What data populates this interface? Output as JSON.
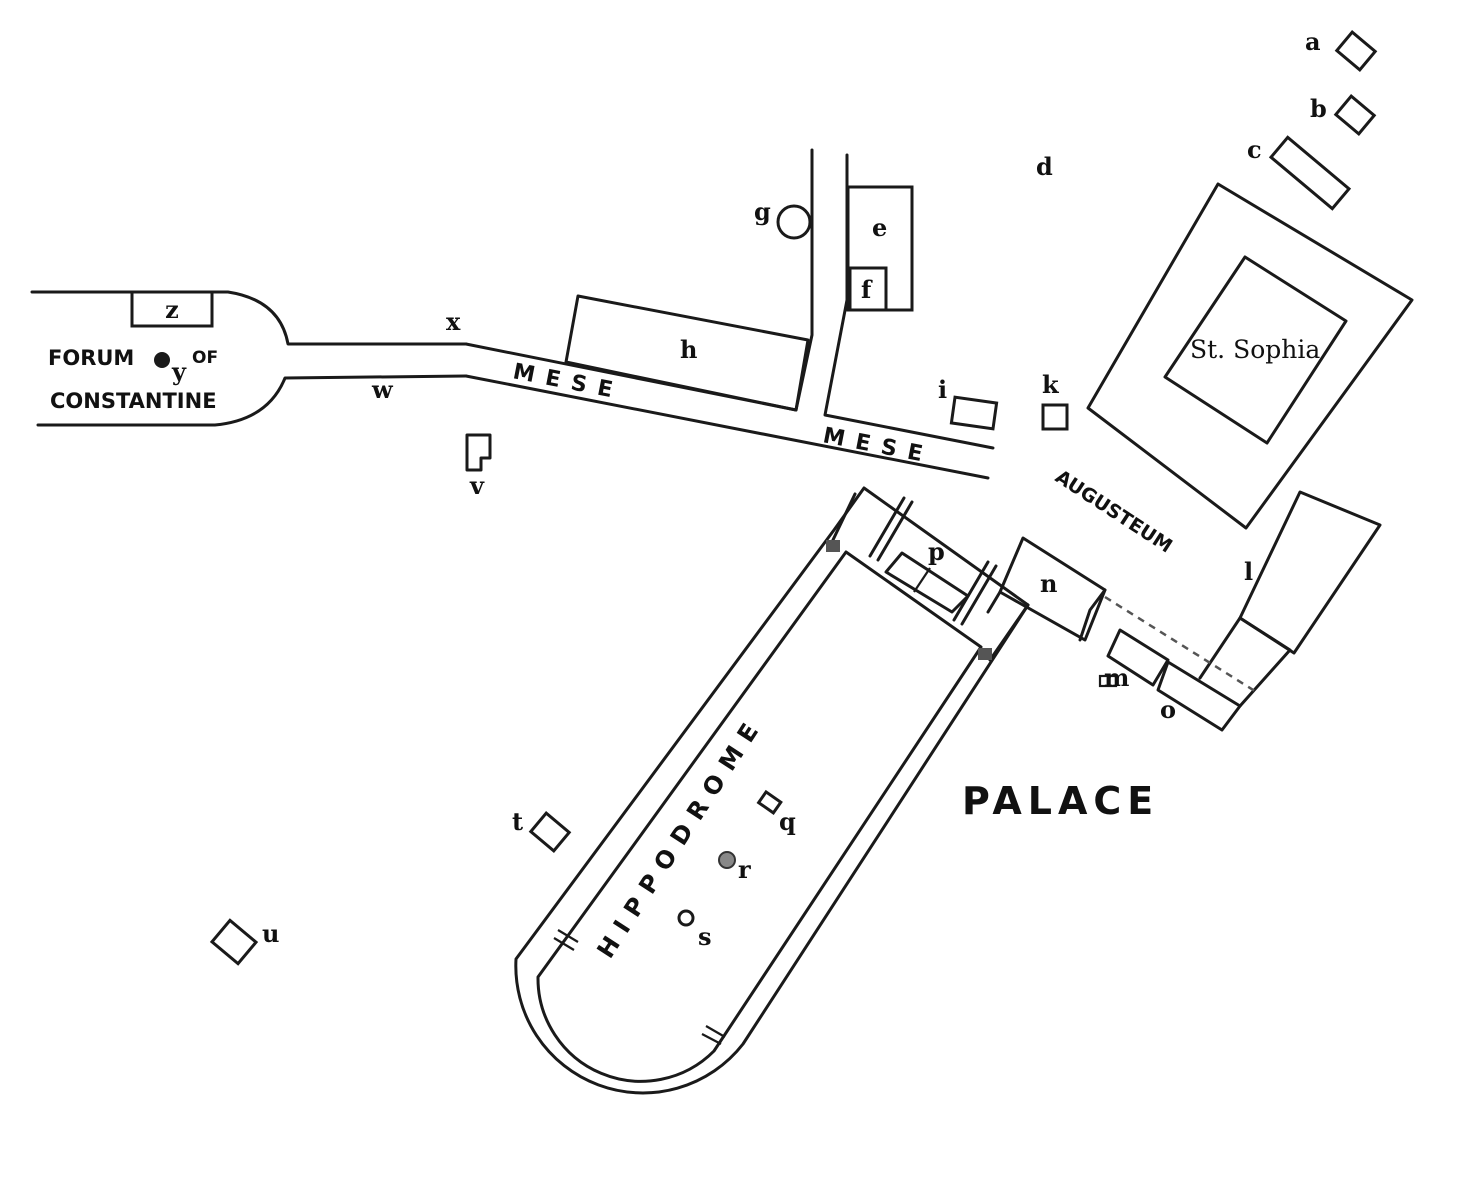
{
  "map": {
    "regions": {
      "forum": "FORUM",
      "of": "OF",
      "constantine": "CONSTANTINE",
      "mese_1": "MESE",
      "mese_2": "MESE",
      "augusteum": "AUGUSTEUM",
      "hippodrome": "HIPPODROME",
      "palace": "PALACE",
      "st_sophia": "St. Sophia"
    },
    "markers": {
      "a": "a",
      "b": "b",
      "c": "c",
      "d": "d",
      "e": "e",
      "f": "f",
      "g": "g",
      "h": "h",
      "i": "i",
      "k": "k",
      "l": "l",
      "m": "m",
      "n": "n",
      "o": "o",
      "p": "p",
      "q": "q",
      "r": "r",
      "s": "s",
      "t": "t",
      "u": "u",
      "v": "v",
      "w": "w",
      "x": "x",
      "y": "y",
      "z": "z"
    },
    "colors": {
      "ink": "#1a1a1a",
      "paper": "#ffffff"
    }
  }
}
